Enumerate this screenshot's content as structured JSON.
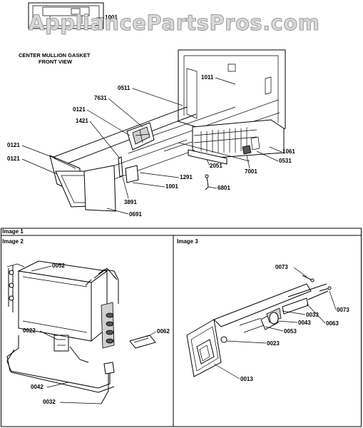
{
  "watermark": "AppliancePartsPros.com",
  "top": {
    "caption_line1": "CENTER MULLION GASKET",
    "caption_line2": "FRONT VIEW",
    "labels": [
      "1001",
      "1011",
      "0511",
      "7631",
      "0121",
      "1421",
      "0121",
      "0121",
      "1061",
      "0531",
      "7001",
      "2051",
      "1291",
      "3891",
      "1001",
      "6801",
      "0691"
    ]
  },
  "panels": {
    "image1": "Image 1",
    "image2": "Image 2",
    "image3": "Image 3"
  },
  "image2": {
    "labels": [
      "0052",
      "0022",
      "0062",
      "0042",
      "0032"
    ]
  },
  "image3": {
    "labels": [
      "0073",
      "0073",
      "0063",
      "0033",
      "0043",
      "0053",
      "0023",
      "0013"
    ]
  }
}
